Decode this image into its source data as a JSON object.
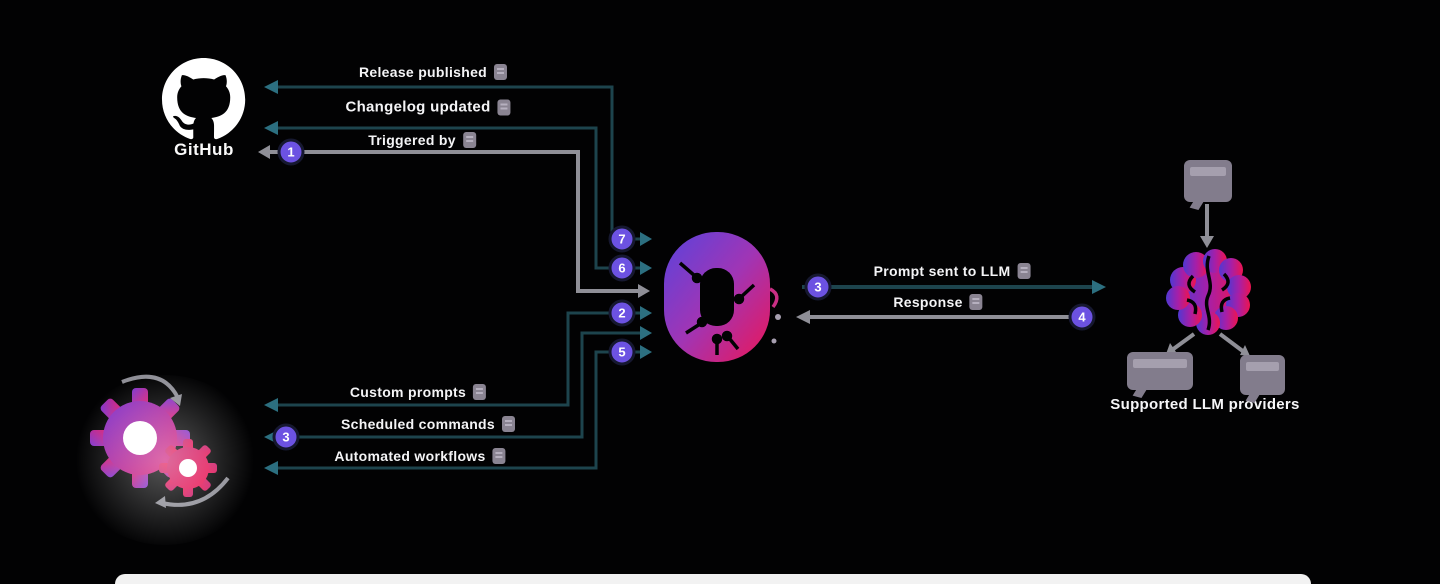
{
  "diagram": {
    "source_node": {
      "label": "GitHub"
    },
    "steps": {
      "trigger": "1",
      "prompts": "2",
      "schedule": "3",
      "llm_request": "3",
      "llm_response": "4",
      "workflows": "5",
      "changelog": "6",
      "release": "7"
    },
    "github_lines": [
      {
        "label": "Release published",
        "icon": "tag-icon"
      },
      {
        "label": "Changelog updated",
        "icon": "document-icon"
      },
      {
        "label": "Triggered by",
        "icon": "lightning-icon"
      }
    ],
    "automation_lines": [
      {
        "label": "Custom prompts",
        "icon": "chat-icon"
      },
      {
        "label": "Scheduled commands",
        "icon": "clock-icon"
      },
      {
        "label": "Automated workflows",
        "icon": "gear-icon"
      }
    ],
    "llm_lines": [
      {
        "label": "Prompt sent to LLM",
        "icon": "scroll-icon"
      },
      {
        "label": "Response",
        "icon": "sparkle-icon"
      }
    ],
    "llm": {
      "caption": "Supported LLM providers"
    },
    "colors": {
      "background": "#020203",
      "line_teal": "#1d444d",
      "arrow_teal": "#2c6f80",
      "line_gray": "#8f8f97",
      "badge_purple": "#6C52E2",
      "logo_gradient": [
        "#5a43dc",
        "#a035b5",
        "#ec1657"
      ],
      "text_white": "#f4f4f6"
    }
  }
}
